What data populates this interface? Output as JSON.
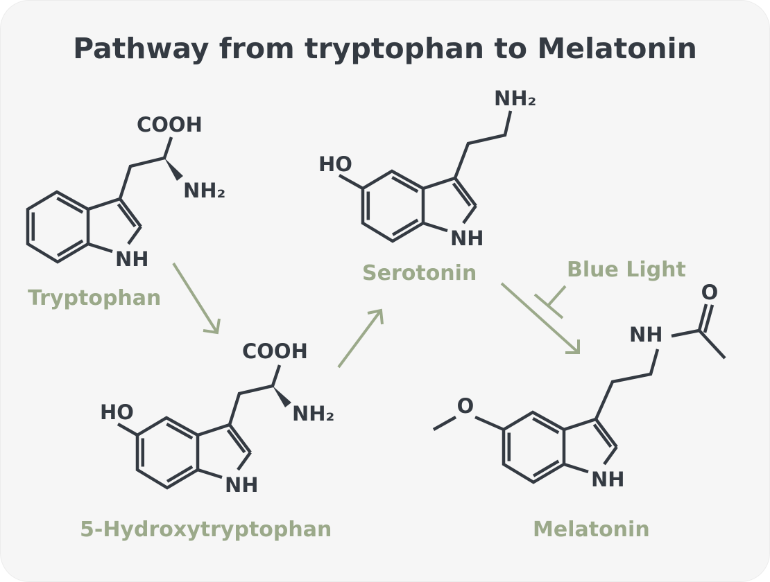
{
  "title": "Pathway from tryptophan to Melatonin",
  "colors": {
    "structure": "#343a42",
    "accent": "#9ba98a",
    "background": "#f6f6f6"
  },
  "molecules": [
    {
      "name": "Tryptophan",
      "atoms": {
        "acid": "COOH",
        "amine": "NH₂",
        "ring_nh": "NH"
      }
    },
    {
      "name": "5-Hydroxytryptophan",
      "atoms": {
        "acid": "COOH",
        "amine": "NH₂",
        "ring_nh": "NH",
        "hydroxyl": "HO"
      }
    },
    {
      "name": "Serotonin",
      "atoms": {
        "amine": "NH₂",
        "ring_nh": "NH",
        "hydroxyl": "HO"
      }
    },
    {
      "name": "Melatonin",
      "atoms": {
        "amide_nh": "NH",
        "carbonyl_o": "O",
        "ring_nh": "NH",
        "methoxy_o": "O"
      }
    }
  ],
  "inhibitor": {
    "label": "Blue Light"
  }
}
